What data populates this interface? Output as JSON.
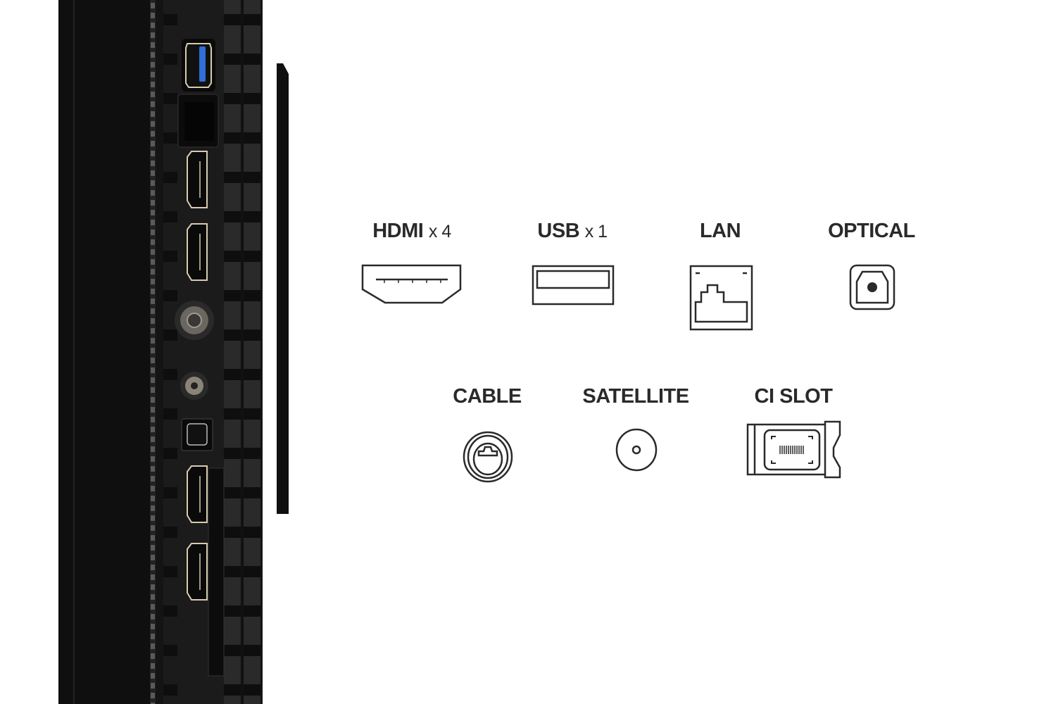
{
  "ports": [
    {
      "id": "hdmi",
      "name": "HDMI",
      "count": "x 4",
      "icon": "hdmi-icon"
    },
    {
      "id": "usb",
      "name": "USB",
      "count": "x 1",
      "icon": "usb-icon"
    },
    {
      "id": "lan",
      "name": "LAN",
      "icon": "ethernet-icon"
    },
    {
      "id": "optical",
      "name": "OPTICAL",
      "icon": "optical-icon"
    },
    {
      "id": "cable",
      "name": "CABLE",
      "icon": "coax-cable-icon"
    },
    {
      "id": "satellite",
      "name": "SATELLITE",
      "icon": "satellite-icon"
    },
    {
      "id": "ci",
      "name": "CI SLOT",
      "icon": "ci-slot-icon"
    }
  ],
  "colors": {
    "icon_stroke": "#2a2a2a",
    "tv_body": "#151515",
    "usb_blue": "#2f6fd6",
    "port_trim": "#d8cbb0"
  }
}
